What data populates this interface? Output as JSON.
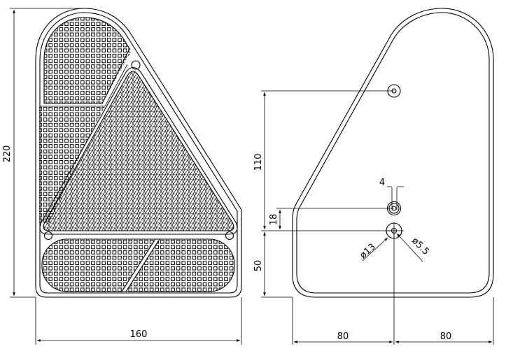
{
  "title": "Rear lamp technical drawing",
  "front_view": {
    "dimensions": {
      "height": "220",
      "width": "160"
    }
  },
  "rear_view": {
    "dimensions": {
      "upper_hole_offset": "110",
      "slot_offset": "18",
      "lower_hole_height": "50",
      "half_width_left": "80",
      "half_width_right": "80",
      "slot_width": "4",
      "outer_diameter": "ø13",
      "inner_diameter": "ø5.5"
    }
  }
}
